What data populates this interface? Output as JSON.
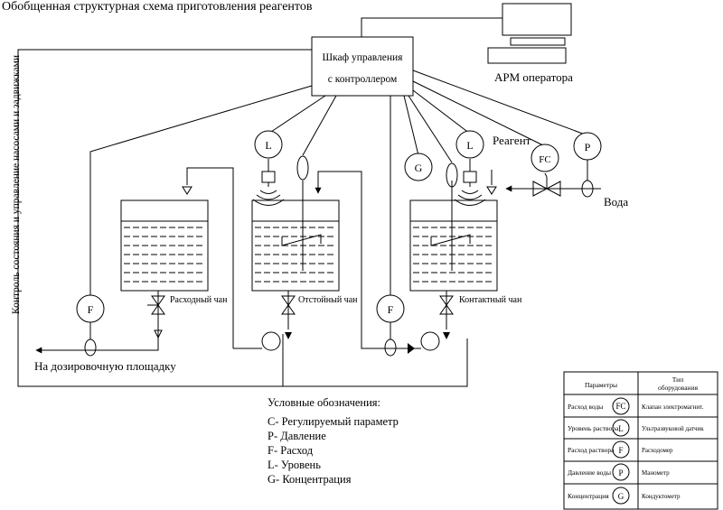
{
  "title": "Обобщенная структурная схема приготовления реагентов",
  "side_label": "Контроль состояния и управление насосами и задвижками",
  "control_cabinet": {
    "line1": "Шкаф управления",
    "line2": "с контроллером"
  },
  "workstation": "АРМ оператора",
  "tanks": {
    "supply": "Расходный чан",
    "settling": "Отстойный чан",
    "contact": "Контактный чан"
  },
  "inputs": {
    "reagent": "Реагент",
    "water": "Вода"
  },
  "output": "На дозировочную площадку",
  "instruments": {
    "L": "L",
    "G": "G",
    "FC": "FC",
    "P": "P",
    "F": "F"
  },
  "legend": {
    "title": "Условные обозначения:",
    "items": [
      "С- Регулируемый параметр",
      "Р- Давление",
      "F- Расход",
      "L- Уровень",
      "G- Концентрация"
    ]
  },
  "table": {
    "header": {
      "param": "Параметры",
      "type_l1": "Тип",
      "type_l2": "оборудования"
    },
    "rows": [
      {
        "param": "Расход воды",
        "symbol": "FC",
        "type": "Клапан электромагнит."
      },
      {
        "param": "Уровень раствора",
        "symbol": "L",
        "type": "Ультразвуковой датчик"
      },
      {
        "param": "Расход раствора",
        "symbol": "F",
        "type": "Расходомер"
      },
      {
        "param": "Давление воды",
        "symbol": "P",
        "type": "Манометр"
      },
      {
        "param": "Концентрация",
        "symbol": "G",
        "type": "Кондуктометр"
      }
    ]
  }
}
